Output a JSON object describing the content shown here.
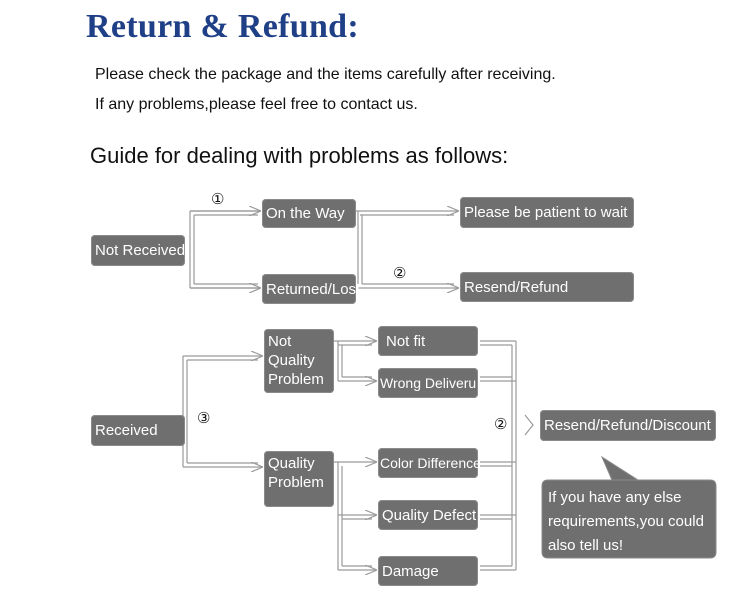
{
  "header": {
    "title": "Return & Refund:",
    "line1": "Please check the package and the items carefully after receiving.",
    "line2": "If any problems,please feel free to contact us.",
    "guide": "Guide for dealing with problems as follows:"
  },
  "flow_not_received": {
    "start": "Not Received",
    "step1_marker": "①",
    "on_the_way": "On the Way",
    "returned_lost": "Returned/Lost",
    "be_patient": "Please be patient to wait",
    "step2_marker": "②",
    "resend_refund": "Resend/Refund"
  },
  "flow_received": {
    "start": "Received",
    "step3_marker": "③",
    "not_quality_problem": "Not Quality Problem",
    "quality_problem": "Quality Problem",
    "not_fit": "Not fit",
    "wrong_delivery": "Wrong Deliveru",
    "color_difference": "Color Difference",
    "quality_defect": "Quality Defect",
    "damage": "Damage",
    "step2_marker": "②",
    "outcome": "Resend/Refund/Discount",
    "note": "If you have any else requirements,you could also tell us!"
  },
  "colors": {
    "title": "#1f3f86",
    "box": "#6f6f6f",
    "connector": "#9a9a9a"
  }
}
